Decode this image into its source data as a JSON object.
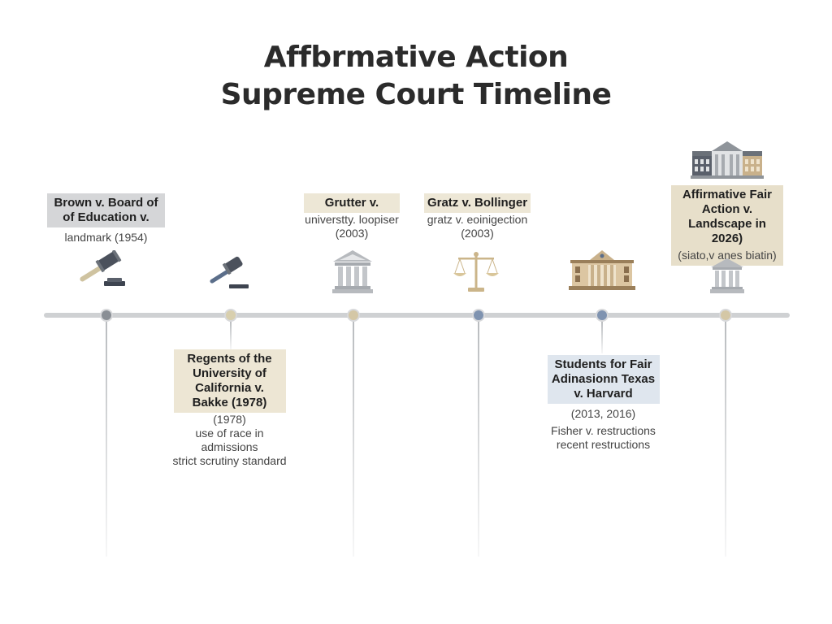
{
  "title": {
    "line1": "Affbrmative Action",
    "line2": "Supreme Court Timeline"
  },
  "events": [
    {
      "title": "Brown v. Board of of Education v.",
      "lines": [
        "landmark (1954)"
      ],
      "node_color": "#8a8f95",
      "label_bg": "#d5d6d8",
      "icon": "gavel-icon"
    },
    {
      "title": "Regents of the University of California v. Bakke (1978)",
      "lines": [
        "(1978)",
        "use of race in",
        "admissions",
        "strict scrutiny standard"
      ],
      "node_color": "#d8cfae",
      "label_bg": "#ede6d4",
      "icon": "gavel-icon"
    },
    {
      "title": "Grutter v.",
      "lines": [
        "universtty. loopiser",
        "(2003)"
      ],
      "node_color": "#d4c7a6",
      "label_bg": "#ede7d6",
      "icon": "courthouse-icon"
    },
    {
      "title": "Gratz v. Bollinger",
      "lines": [
        "gratz v. eoinigection",
        "(2003)"
      ],
      "node_color": "#7f93b0",
      "label_bg": "#ede7d6",
      "icon": "scales-of-justice-icon"
    },
    {
      "title": "Students for Fair Adinasionn Texas v. Harvard",
      "lines": [
        "(2013, 2016)",
        "Fisher v. restructions",
        "recent restructions"
      ],
      "node_color": "#7f93b0",
      "label_bg": "#dfe6ee",
      "icon": "university-building-icon"
    },
    {
      "title": "Affirmative Fair Action v. Landscape in 2026)",
      "lines": [
        "(siato,v anes biatin)"
      ],
      "node_color": "#d4c7a6",
      "label_bg": "#e7dfca",
      "icon": "courthouse-icon"
    }
  ]
}
